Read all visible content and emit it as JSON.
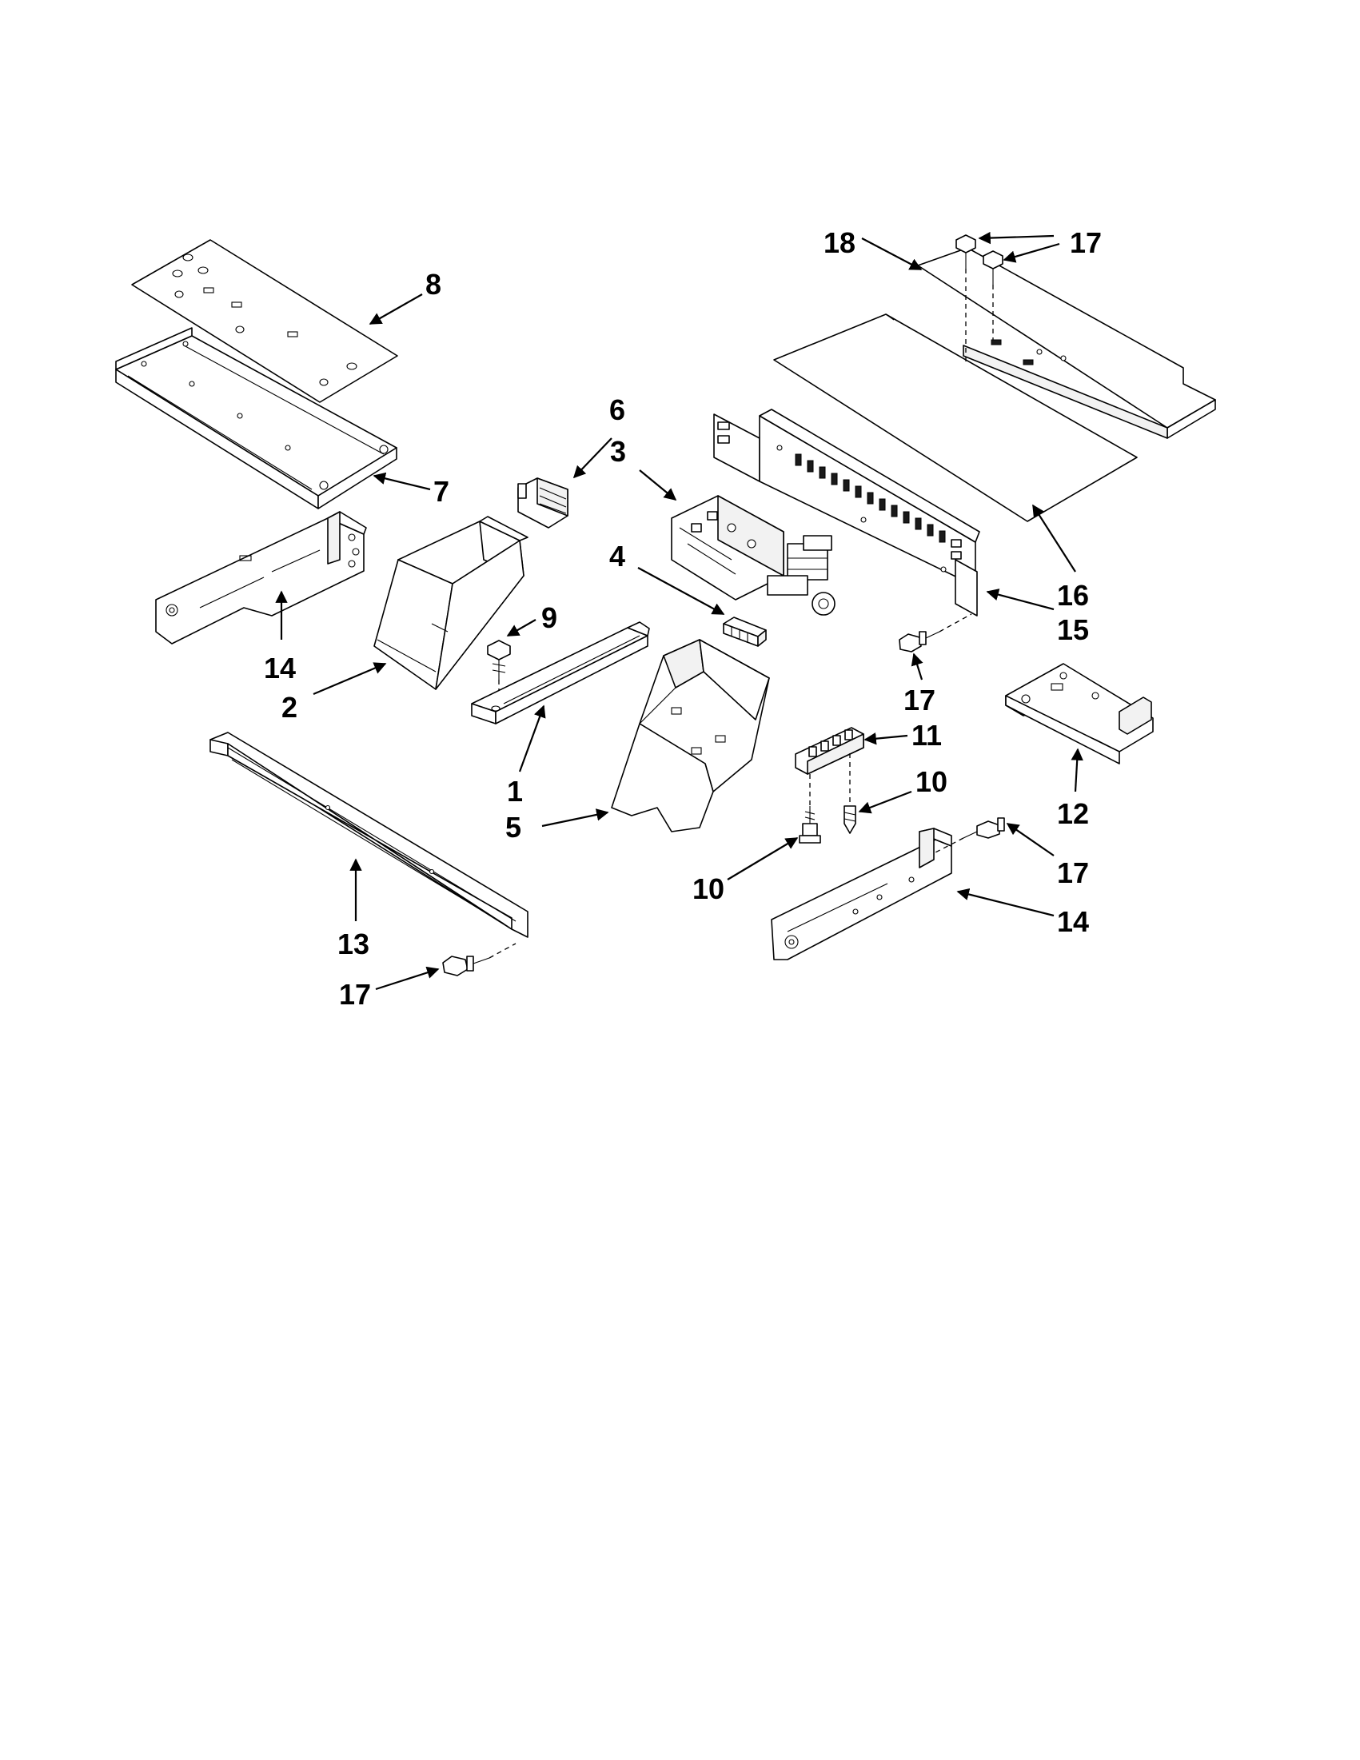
{
  "callouts": {
    "c1": "1",
    "c2": "2",
    "c3": "3",
    "c4": "4",
    "c5": "5",
    "c6": "6",
    "c7": "7",
    "c8": "8",
    "c9": "9",
    "c10a": "10",
    "c10b": "10",
    "c11": "11",
    "c12": "12",
    "c13": "13",
    "c14a": "14",
    "c14b": "14",
    "c15": "15",
    "c16": "16",
    "c17a": "17",
    "c17b": "17",
    "c17c": "17",
    "c17d": "17",
    "c18": "18"
  }
}
